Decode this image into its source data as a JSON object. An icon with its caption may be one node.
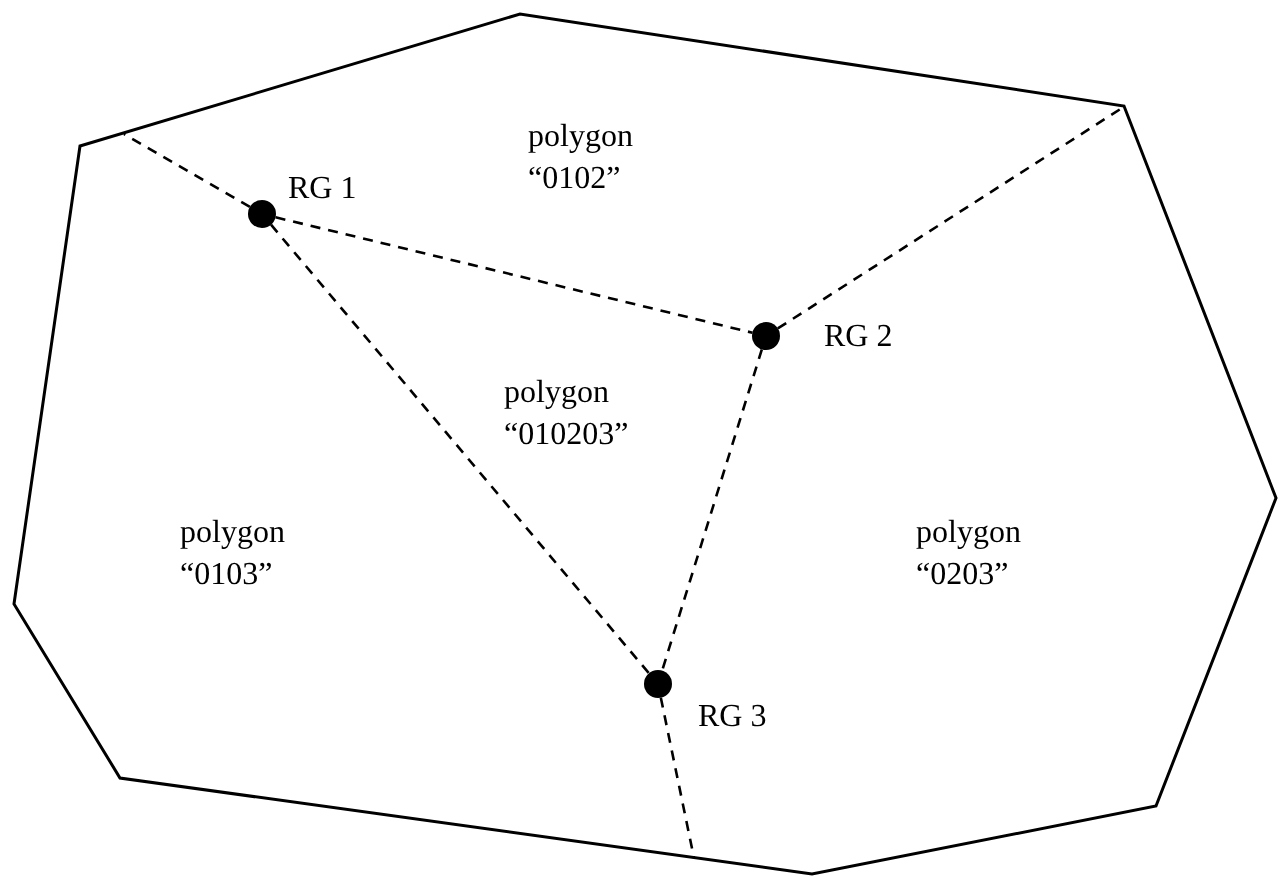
{
  "diagram": {
    "nodes": [
      {
        "text": [],
        "shape": "polygon"
      },
      {
        "text": [],
        "shape": "circle",
        "beside": [
          "RG 1"
        ],
        "in": 0
      },
      {
        "text": [],
        "shape": "circle",
        "beside": [
          "RG 2"
        ],
        "in": 0
      },
      {
        "text": [],
        "shape": "circle",
        "beside": [
          "RG 3"
        ],
        "in": 0
      }
    ],
    "edges": [
      {
        "from": 1,
        "to": 2,
        "arrow": "none",
        "style": "dashed"
      },
      {
        "from": 1,
        "to": 3,
        "arrow": "none",
        "style": "dashed"
      },
      {
        "from": 2,
        "to": 3,
        "arrow": "none",
        "style": "dashed"
      },
      {
        "from": 1,
        "to": 0,
        "arrow": "none",
        "style": "dashed"
      },
      {
        "from": 2,
        "to": 0,
        "arrow": "none",
        "style": "dashed"
      },
      {
        "from": 3,
        "to": 0,
        "arrow": "none",
        "style": "dashed"
      }
    ],
    "labels": [
      "polygon “0102”",
      "polygon “010203”",
      "polygon “0103”",
      "polygon “0203”"
    ]
  }
}
